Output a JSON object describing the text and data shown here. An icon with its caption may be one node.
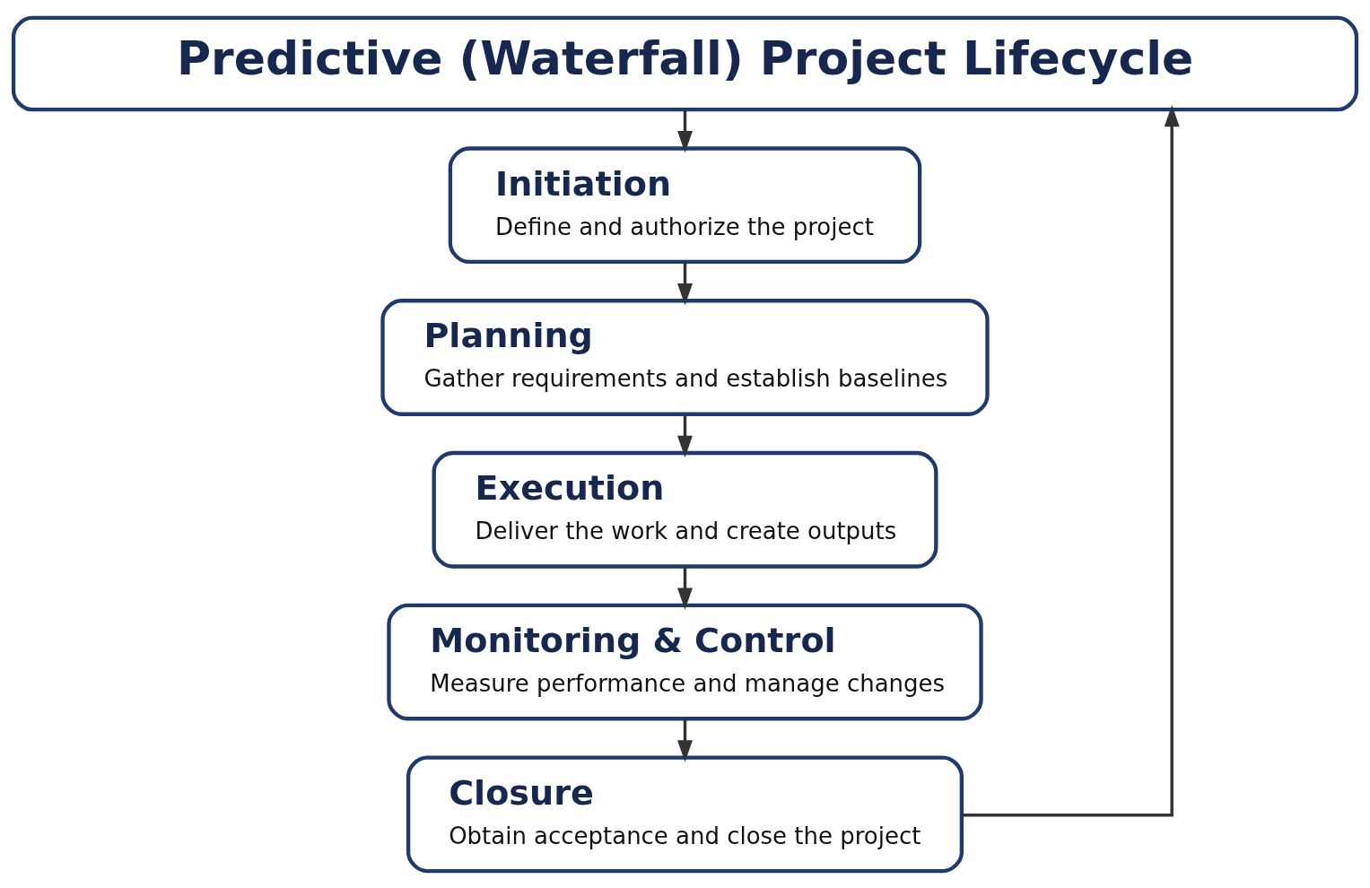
{
  "diagram": {
    "nodes": [
      {
        "text": [
          "Predictive (Waterfall) Project Lifecycle"
        ]
      },
      {
        "text": [
          "Initiation",
          "Define and authorize the project"
        ]
      },
      {
        "text": [
          "Planning",
          "Gather requirements and establish baselines"
        ]
      },
      {
        "text": [
          "Execution",
          "Deliver the work and create outputs"
        ]
      },
      {
        "text": [
          "Monitoring & Control",
          "Measure performance and manage changes"
        ]
      },
      {
        "text": [
          "Closure",
          "Obtain acceptance and close the project"
        ]
      }
    ],
    "edges": [
      {
        "from": 0,
        "to": 1,
        "arrow": "to"
      },
      {
        "from": 1,
        "to": 2,
        "arrow": "to"
      },
      {
        "from": 2,
        "to": 3,
        "arrow": "to"
      },
      {
        "from": 3,
        "to": 4,
        "arrow": "to"
      },
      {
        "from": 4,
        "to": 5,
        "arrow": "to"
      },
      {
        "from": 5,
        "to": 0,
        "arrow": "to"
      }
    ]
  }
}
